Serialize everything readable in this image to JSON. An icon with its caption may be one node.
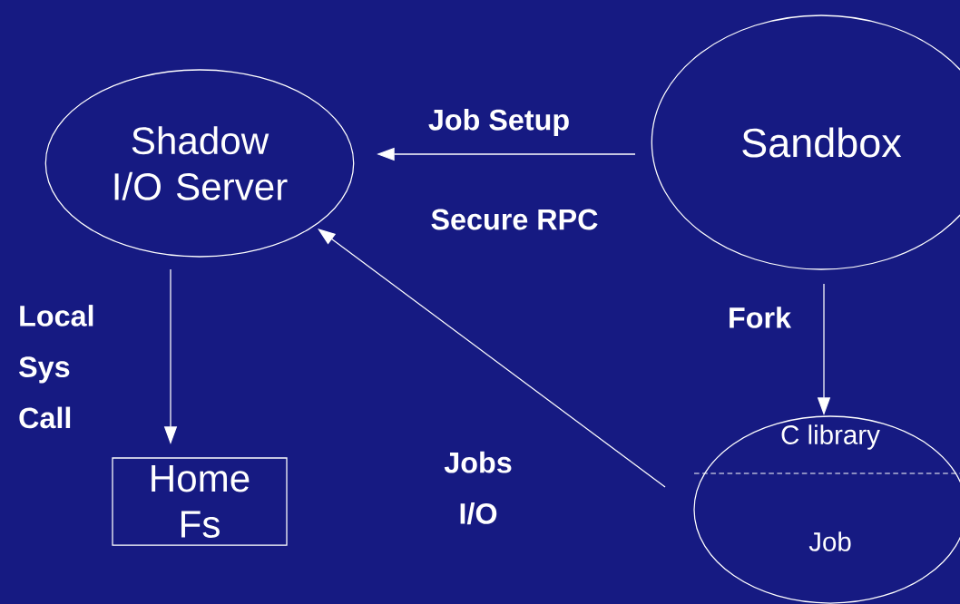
{
  "diagram": {
    "nodes": [
      {
        "text": [
          "Shadow I/O Server"
        ]
      },
      {
        "text": [
          "Sandbox"
        ]
      },
      {
        "text": [
          "Home Fs"
        ]
      },
      {
        "text": [
          "C library",
          "Job"
        ]
      }
    ],
    "edges": [
      {
        "from": 1,
        "to": 0,
        "arrow": "to",
        "label": "Job Setup"
      },
      {
        "from": 0,
        "to": 2,
        "arrow": "to",
        "label": "Local Sys Call"
      },
      {
        "from": 1,
        "to": 3,
        "arrow": "to",
        "label": "Fork"
      },
      {
        "from": 3,
        "to": 0,
        "arrow": "to",
        "label": "Jobs I/O"
      }
    ],
    "labels": [
      "Secure RPC"
    ]
  }
}
